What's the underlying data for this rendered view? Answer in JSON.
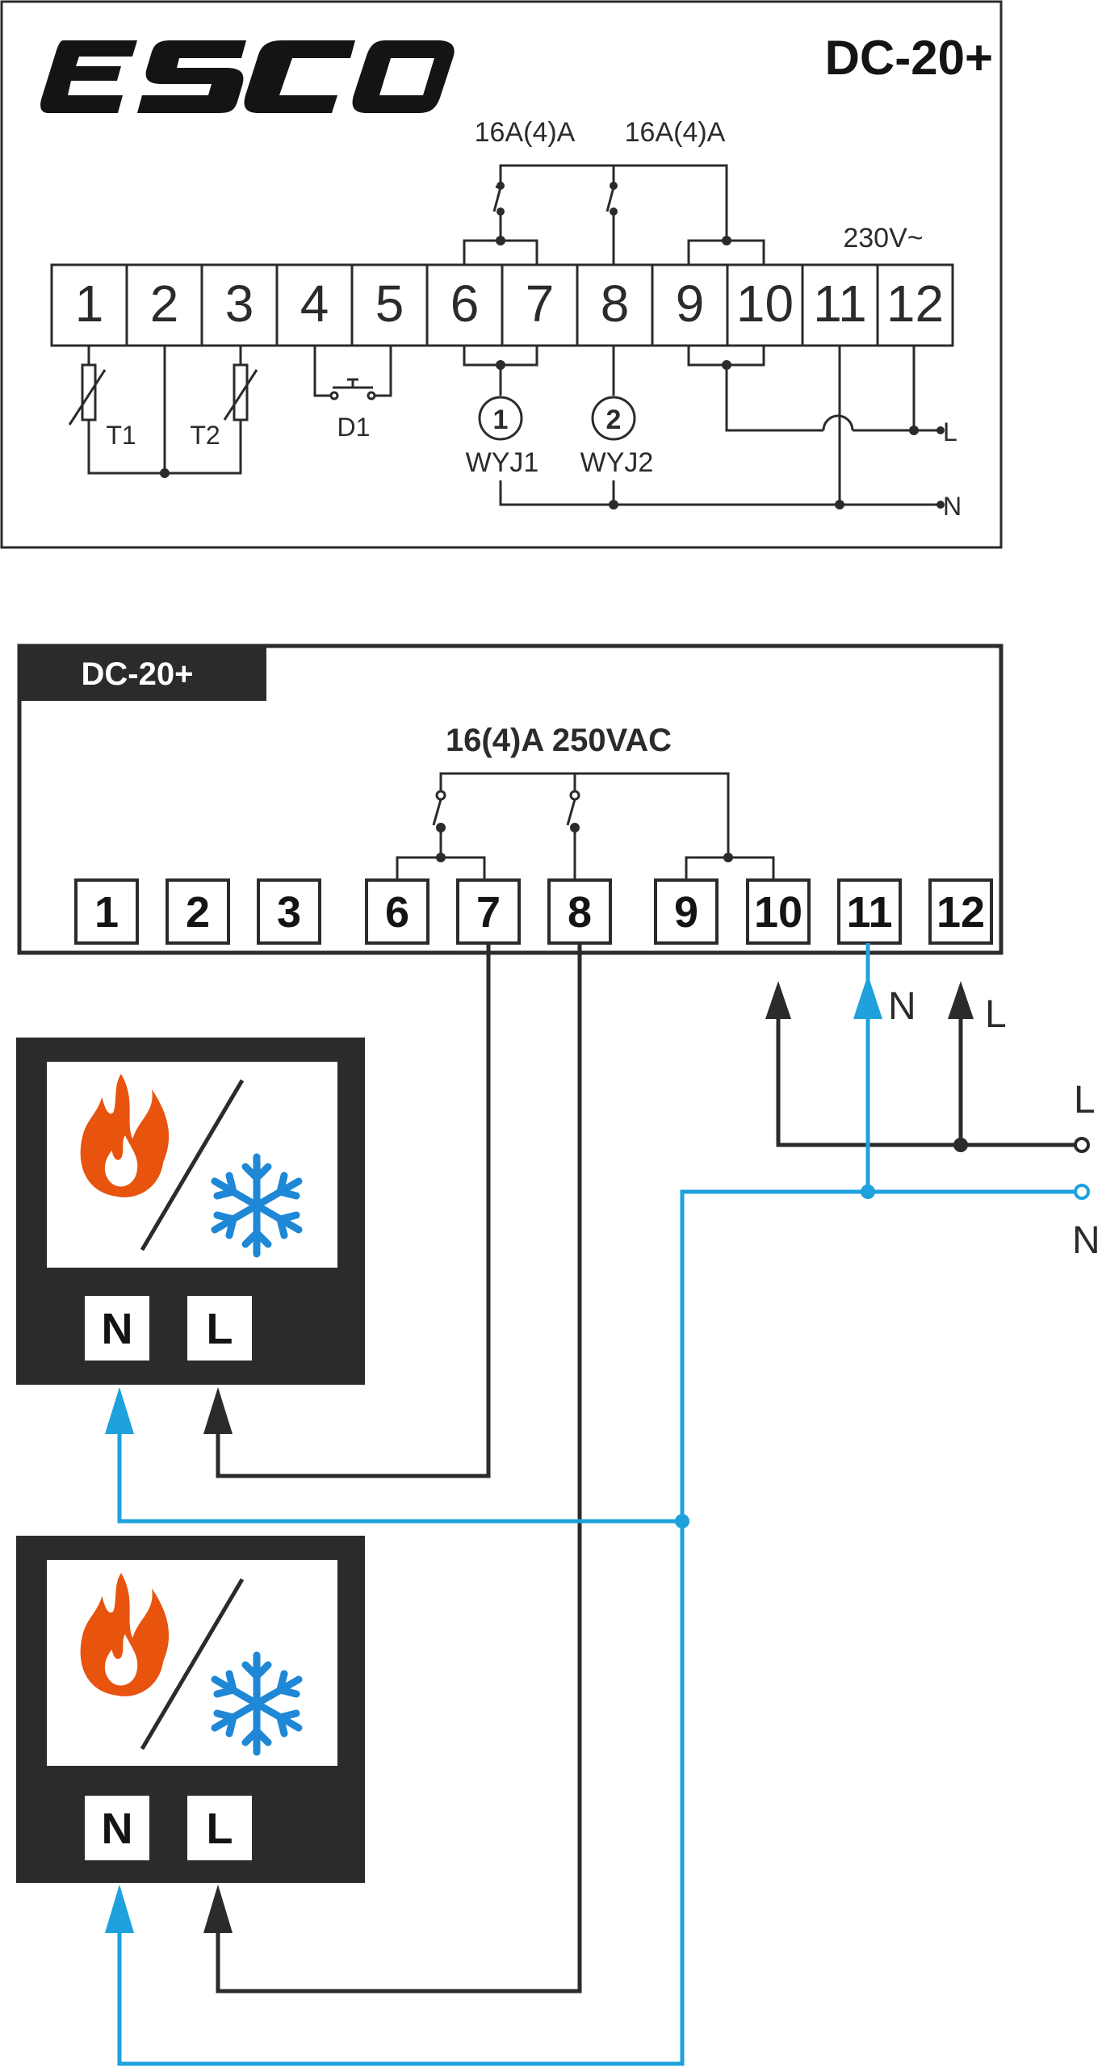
{
  "top": {
    "brand_logo_text": "ESCO",
    "model": "DC-20+",
    "relay1_rating": "16A(4)A",
    "relay2_rating": "16A(4)A",
    "supply_voltage": "230V~",
    "terminals": [
      "1",
      "2",
      "3",
      "4",
      "5",
      "6",
      "7",
      "8",
      "9",
      "10",
      "11",
      "12"
    ],
    "sensor1": "T1",
    "sensor2": "T2",
    "digital_input": "D1",
    "output1_symbol": "①",
    "output1": "WYJ1",
    "output2_symbol": "②",
    "output2": "WYJ2",
    "line_label": "L",
    "neutral_label": "N"
  },
  "bottom": {
    "model_tab": "DC-20+",
    "relay_rating": "16(4)A 250VAC",
    "terminals": [
      "1",
      "2",
      "3",
      "6",
      "7",
      "8",
      "9",
      "10",
      "11",
      "12"
    ],
    "label_n_terminal11": "N",
    "label_l_terminal12": "L",
    "supply_l": "L",
    "supply_n": "N",
    "device1": {
      "icon": "fire-snowflake-icon",
      "n": "N",
      "l": "L"
    },
    "device2": {
      "icon": "fire-snowflake-icon",
      "n": "N",
      "l": "L"
    }
  },
  "colors": {
    "line": "#2b2b2b",
    "neutral_wire": "#1ea1dc",
    "device_bg": "#2b2b2b",
    "flame_outer": "#e8530e",
    "snowflake": "#1e88d6"
  }
}
